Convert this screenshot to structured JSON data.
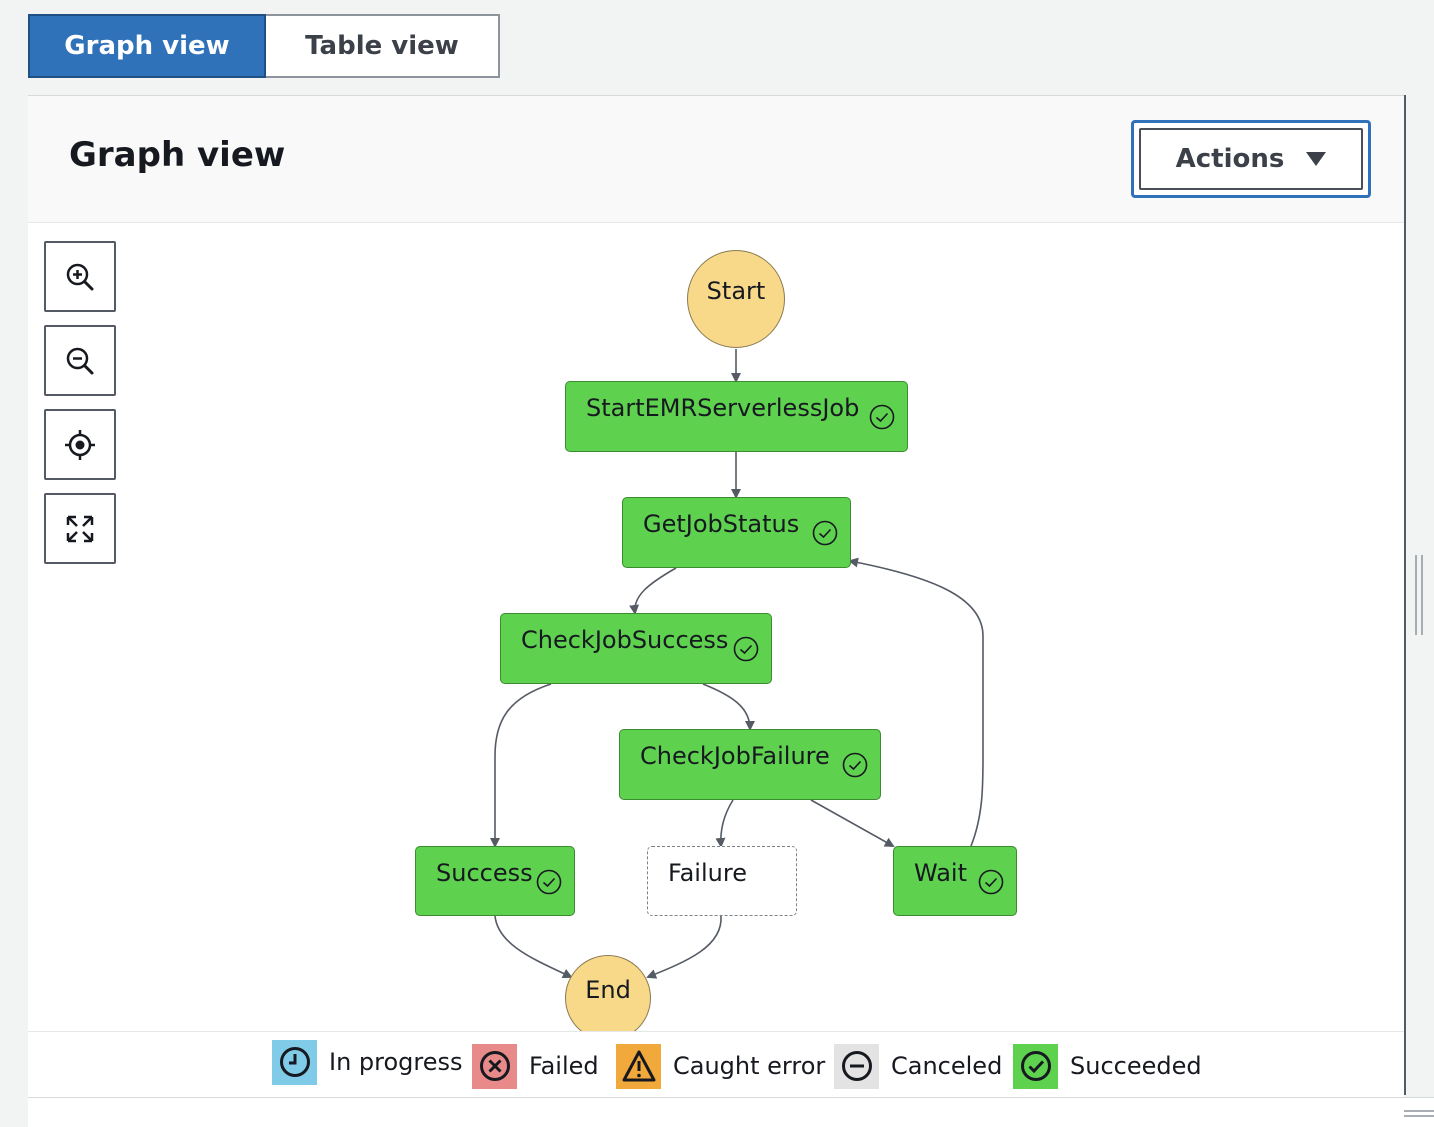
{
  "tabs": [
    {
      "label": "Graph view",
      "active": true
    },
    {
      "label": "Table view",
      "active": false
    }
  ],
  "panel": {
    "title": "Graph view",
    "actions_label": "Actions"
  },
  "controls": [
    {
      "name": "zoom-in-icon"
    },
    {
      "name": "zoom-out-icon"
    },
    {
      "name": "center-icon"
    },
    {
      "name": "fit-icon"
    }
  ],
  "graph": {
    "start": "Start",
    "end": "End",
    "states": {
      "start_emr": "StartEMRServerlessJob",
      "get_job_status": "GetJobStatus",
      "check_job_success": "CheckJobSuccess",
      "check_job_failure": "CheckJobFailure",
      "success": "Success",
      "failure": "Failure",
      "wait": "Wait"
    }
  },
  "legend": [
    {
      "label": "In progress",
      "color": "#7fcbe8"
    },
    {
      "label": "Failed",
      "color": "#e98a8a"
    },
    {
      "label": "Caught error",
      "color": "#f2a93b"
    },
    {
      "label": "Canceled",
      "color": "#e3e3e3"
    },
    {
      "label": "Succeeded",
      "color": "#5ed14e"
    }
  ],
  "colors": {
    "accent": "#2f72b9",
    "node_success": "#5ed14e",
    "node_terminal": "#f8d98a"
  }
}
